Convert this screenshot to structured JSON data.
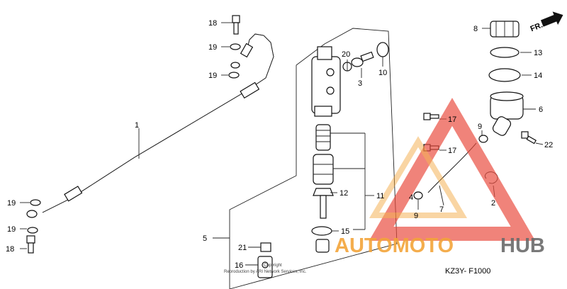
{
  "diagram": {
    "code": "KZ3Y- F1000",
    "direction": "FR.",
    "copyright_lines": [
      "Copyright",
      "Reproduction by ARI Network Services, Inc."
    ],
    "callouts": [
      "1",
      "2",
      "3",
      "4",
      "5",
      "6",
      "7",
      "8",
      "9",
      "9",
      "10",
      "11",
      "12",
      "13",
      "14",
      "15",
      "16",
      "17",
      "17",
      "18",
      "18",
      "19",
      "19",
      "19",
      "19",
      "20",
      "21",
      "22"
    ]
  },
  "watermark": {
    "brand_left": "AUTOMOTO",
    "brand_right": "HUB",
    "color_red": "#e84a3c",
    "color_orange": "#f3a53a",
    "color_gray": "#6b6b6b"
  }
}
